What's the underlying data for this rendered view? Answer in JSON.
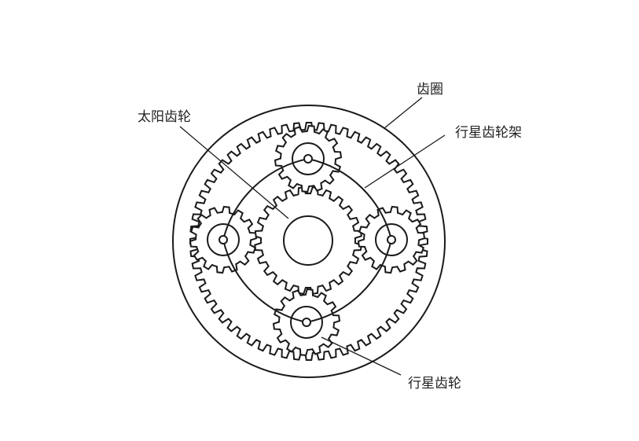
{
  "labels": {
    "ring_gear": "齿圈",
    "sun_gear": "太阳齿轮",
    "planet_carrier": "行星齿轮架",
    "planet_gear": "行星齿轮"
  },
  "gears": {
    "sun_teeth": 24,
    "planet_teeth": 14,
    "ring_teeth": 60,
    "planet_count": 4
  },
  "colors": {
    "stroke": "#1a1a1a",
    "background": "#ffffff"
  }
}
